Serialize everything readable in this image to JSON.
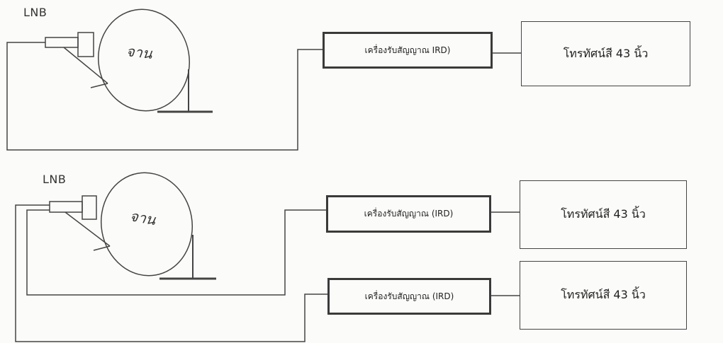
{
  "diagram1": {
    "lnb_label": "LNB",
    "dish_label": "จาน",
    "receiver_label": "เครื่องรับสัญญาณ IRD)",
    "tv_label": "โทรทัศน์สี 43 นิ้ว"
  },
  "diagram2": {
    "lnb_label": "LNB",
    "dish_label": "จาน",
    "receiver_1_label": "เครื่องรับสัญญาณ (IRD)",
    "tv_1_label": "โทรทัศน์สี 43 นิ้ว",
    "receiver_2_label": "เครื่องรับสัญญาณ (IRD)",
    "tv_2_label": "โทรทัศน์สี 43 นิ้ว"
  }
}
